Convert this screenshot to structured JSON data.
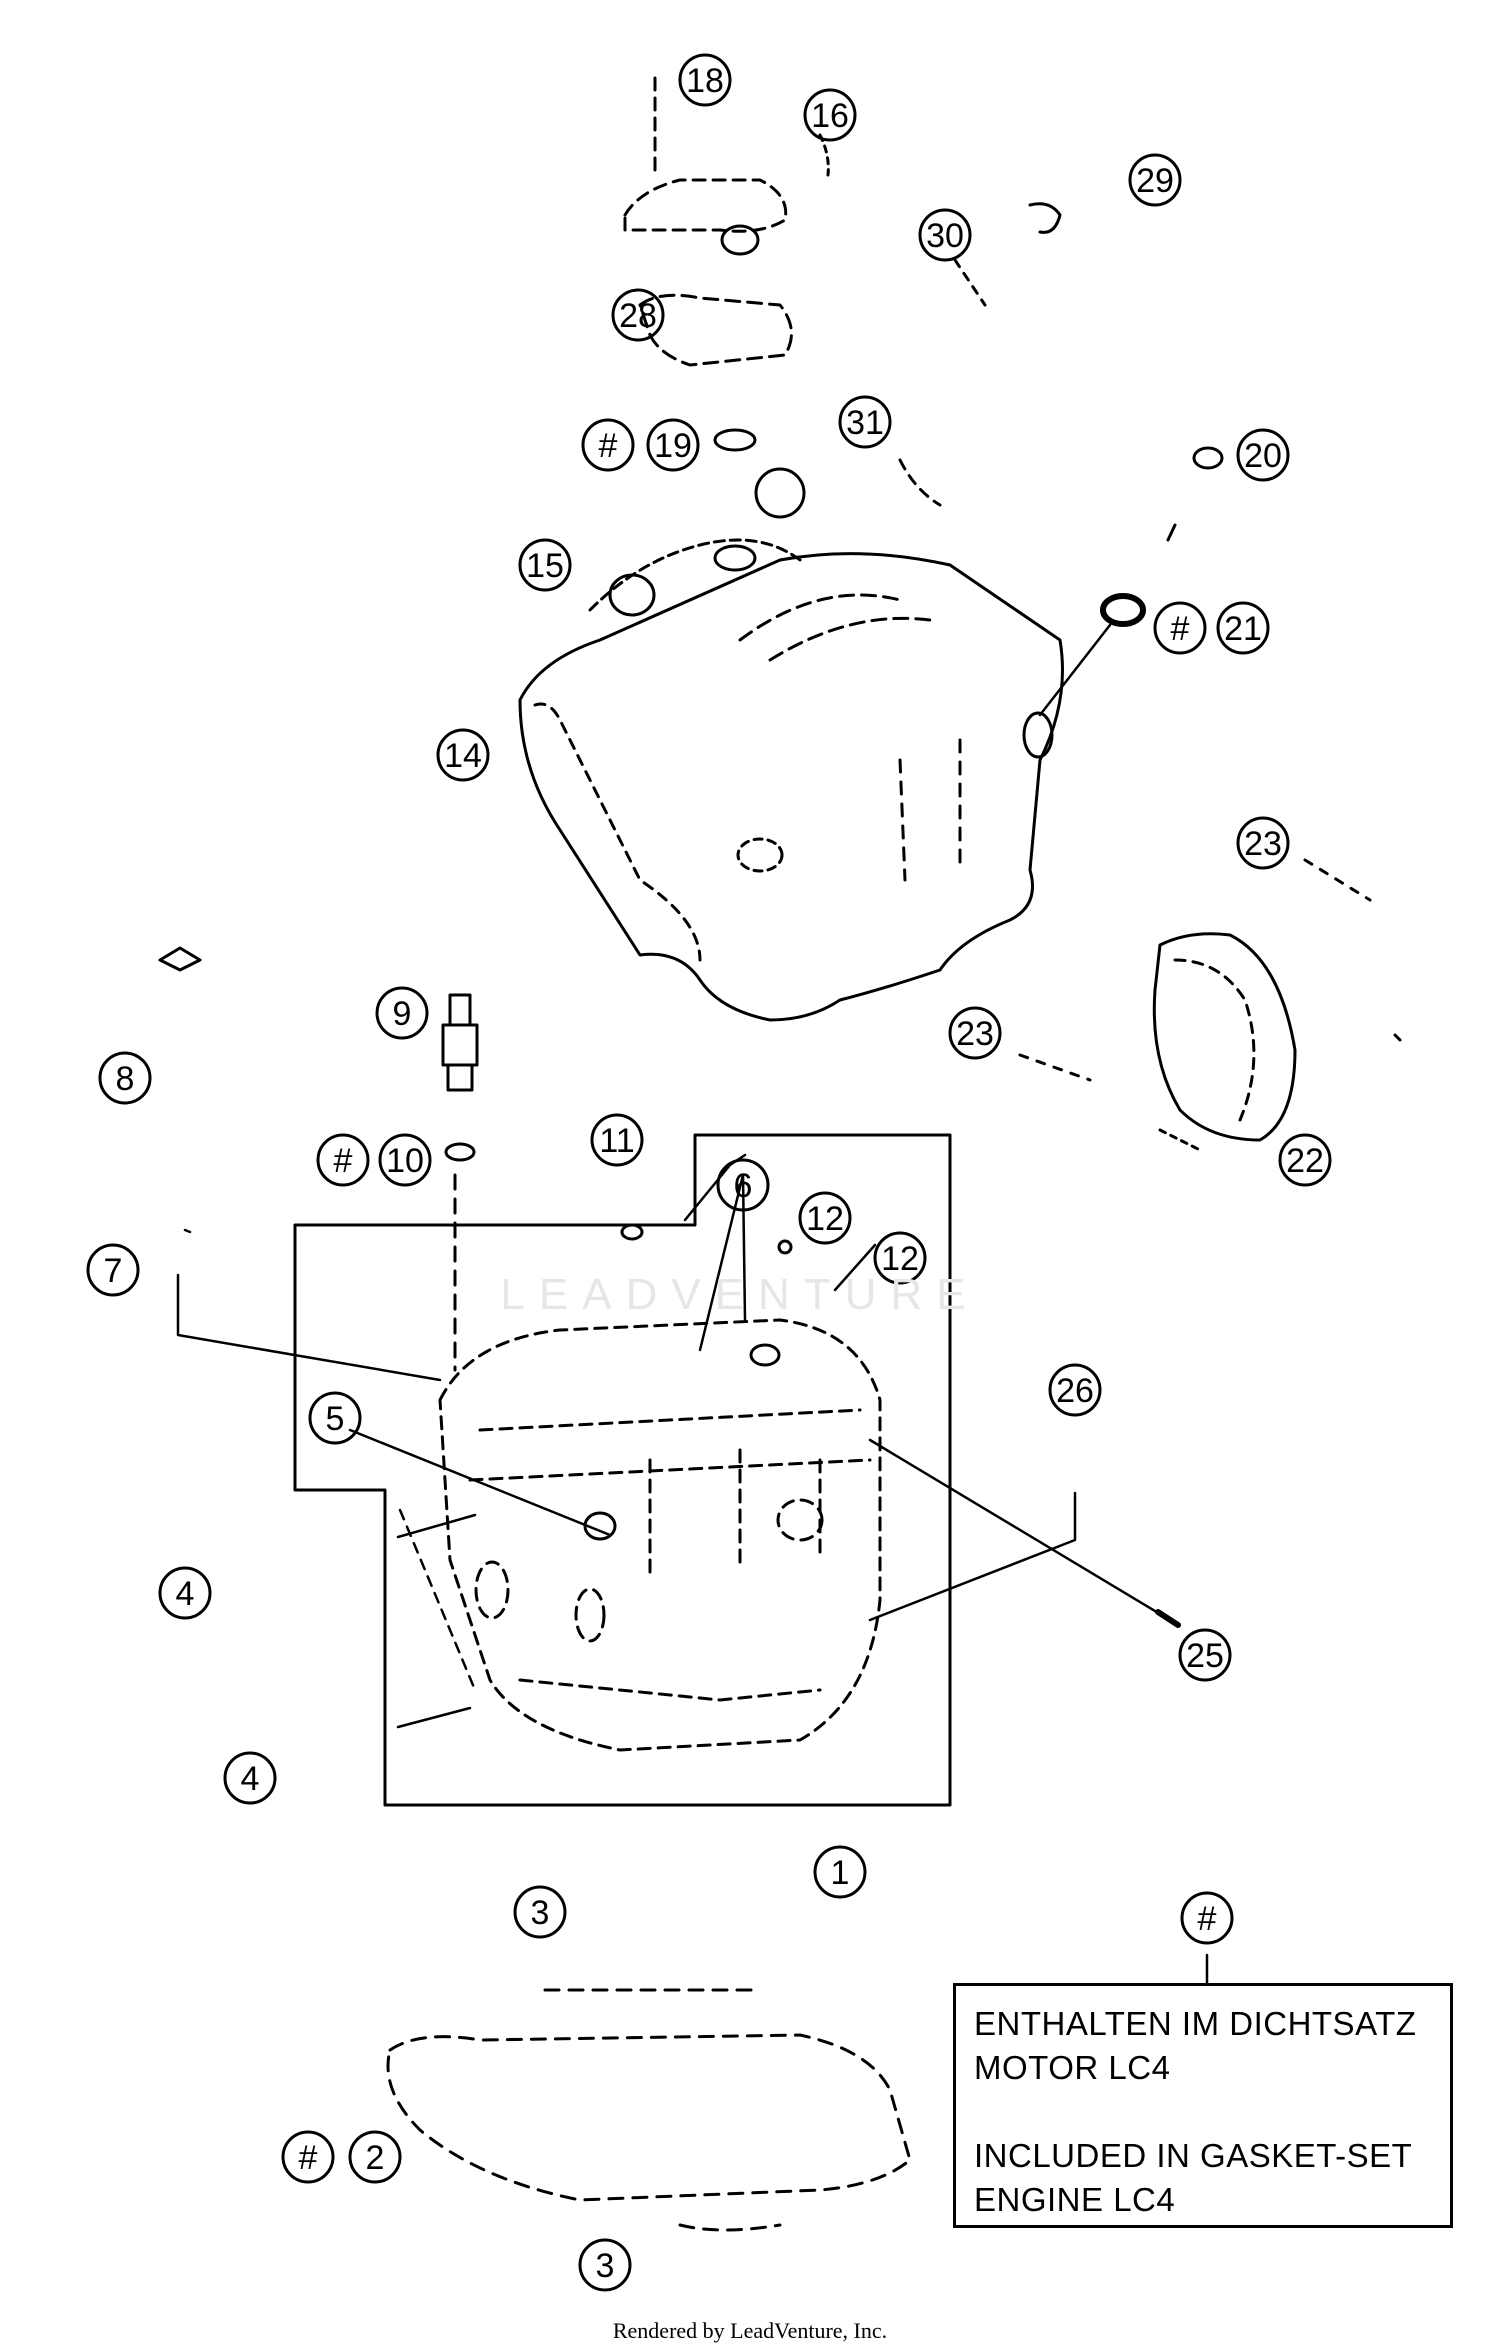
{
  "diagram": {
    "callouts": [
      "18",
      "16",
      "29",
      "30",
      "28",
      "19",
      "31",
      "20",
      "15",
      "21",
      "14",
      "23",
      "23",
      "22",
      "9",
      "8",
      "10",
      "11",
      "6",
      "12",
      "12",
      "7",
      "5",
      "26",
      "4",
      "4",
      "25",
      "1",
      "3",
      "2",
      "3"
    ],
    "hash_symbol": "#"
  },
  "note": {
    "line1": "ENTHALTEN IM DICHTSATZ",
    "line2": "MOTOR LC4",
    "line3": "INCLUDED IN GASKET-SET",
    "line4": "ENGINE LC4"
  },
  "watermark": "LEADVENTURE",
  "footer": "Rendered by LeadVenture, Inc."
}
